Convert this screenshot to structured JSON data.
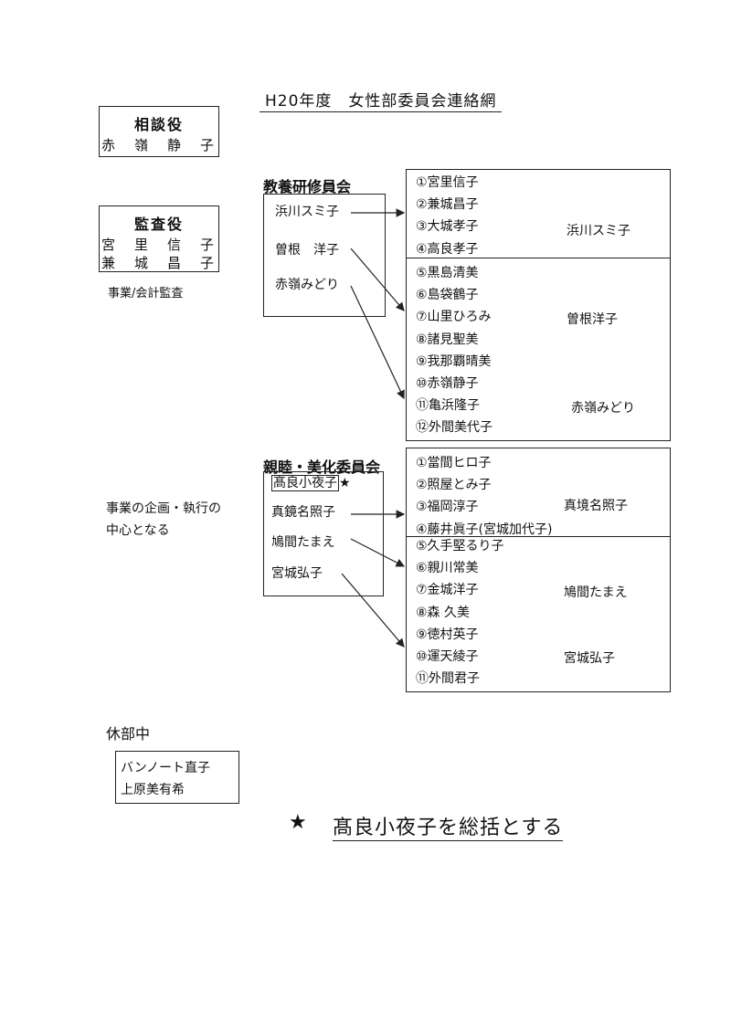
{
  "title": "H20年度　女性部委員会連絡網",
  "advisor": {
    "heading": "相談役",
    "names": [
      "赤　嶺　静　子"
    ]
  },
  "auditors": {
    "heading": "監査役",
    "names": [
      "宮　里　信　子",
      "兼　城　昌　子"
    ],
    "note": "事業/会計監査"
  },
  "committee1": {
    "name": "教養研修員会",
    "members": [
      "浜川スミ子",
      "曽根　洋子",
      "赤嶺みどり"
    ],
    "roster_a": [
      "①宮里信子",
      "②兼城昌子",
      "③大城孝子",
      "④高良孝子"
    ],
    "roster_b": [
      "⑤黒島清美",
      "⑥島袋鶴子",
      "⑦山里ひろみ",
      "⑧諸見聖美",
      "⑨我那覇晴美",
      "⑩赤嶺静子",
      "⑪亀浜隆子",
      "⑫外間美代子"
    ],
    "leads": [
      "浜川スミ子",
      "曽根洋子",
      "赤嶺みどり"
    ]
  },
  "committee2": {
    "name": "親睦・美化委員会",
    "members": [
      "髙良小夜子",
      "真鏡名照子",
      "鳩間たまえ",
      "宮城弘子"
    ],
    "star": "★",
    "roster_a": [
      "①當間ヒロ子",
      "②照屋とみ子",
      "③福岡淳子",
      "④藤井眞子(宮城加代子)"
    ],
    "roster_b": [
      "⑤久手堅るり子",
      "⑥親川常美",
      "⑦金城洋子",
      "⑧森 久美",
      "⑨徳村英子",
      "⑩運天綾子",
      "⑪外間君子"
    ],
    "leads": [
      "真境名照子",
      "鳩間たまえ",
      "宮城弘子"
    ]
  },
  "side_note": [
    "事業の企画・執行の",
    "中心となる"
  ],
  "leave": {
    "heading": "休部中",
    "names": [
      "バンノート直子",
      "上原美有希"
    ]
  },
  "footer": {
    "star": "★",
    "text": "髙良小夜子を総括とする"
  }
}
